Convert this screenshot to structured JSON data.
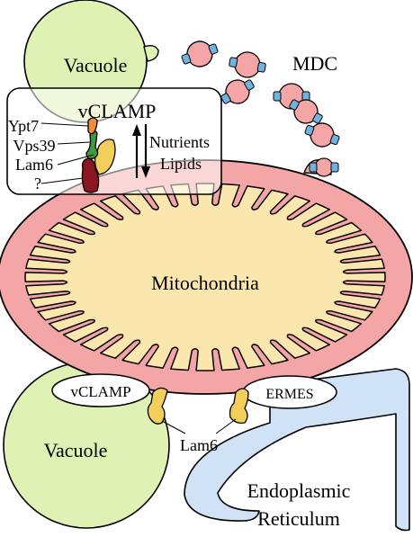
{
  "labels": {
    "vacuole_top": "Vacuole",
    "vacuole_bottom": "Vacuole",
    "mdc": "MDC",
    "mitochondria": "Mitochondria",
    "vclamp_box_title": "vCLAMP",
    "vclamp_oval": "vCLAMP",
    "ermes_oval": "ERMES",
    "lam6_bottom": "Lam6",
    "er_line1": "Endoplasmic",
    "er_line2": "Reticulum",
    "ypt7": "Ypt7",
    "vps39": "Vps39",
    "lam6_inset": "Lam6",
    "unknown": "?",
    "nutrients": "Nutrients",
    "lipids": "Lipids"
  },
  "colors": {
    "vacuole": "#dff2b4",
    "mito_outer": "#f4a6a6",
    "mito_matrix": "#fbe6ae",
    "er": "#cfe2f6",
    "mdc_marker": "#6fb3de",
    "ypt7": "#f08c3c",
    "vps39": "#3d9a3d",
    "lam6": "#f2cf5a",
    "unknown_protein": "#8b1520"
  }
}
